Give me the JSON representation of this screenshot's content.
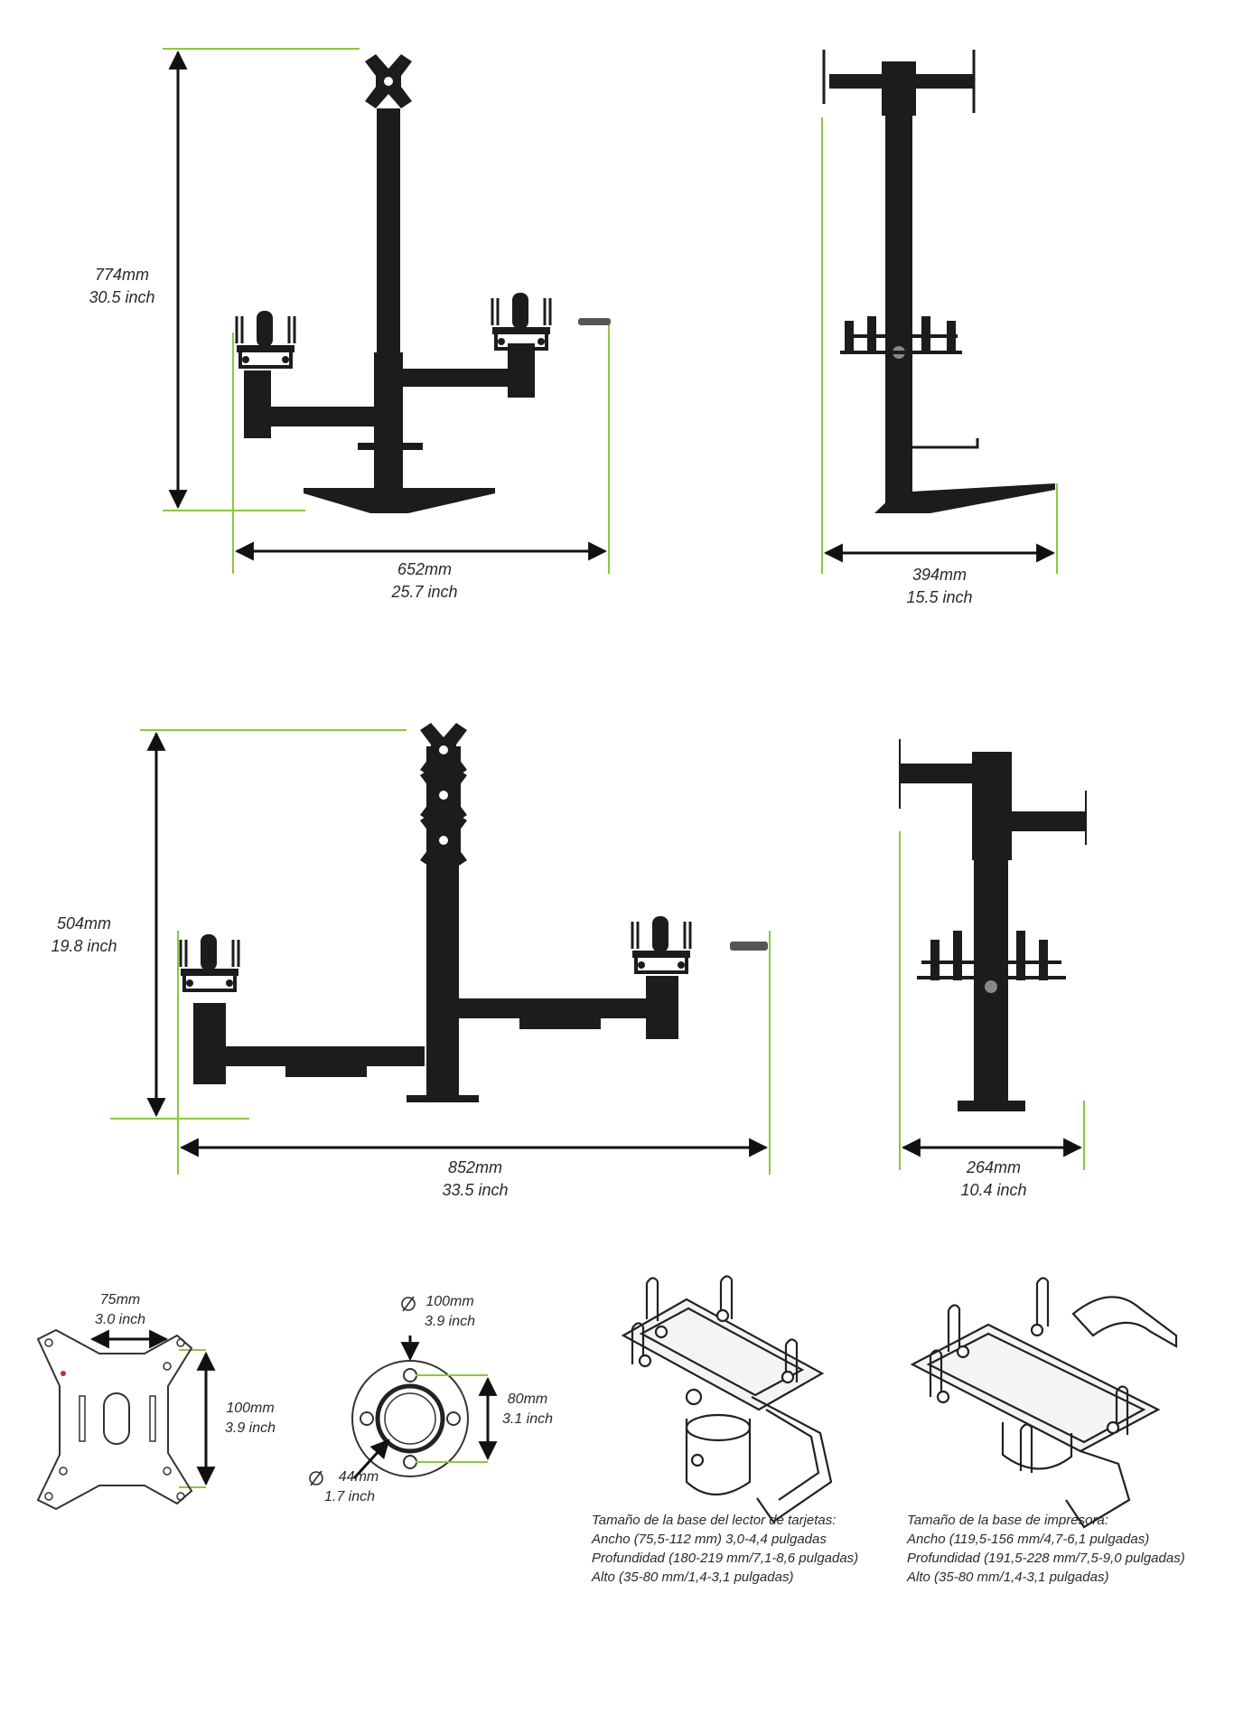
{
  "colors": {
    "guide": "#8dc63f",
    "product": "#1c1c1c",
    "arrow": "#111111",
    "outline": "#333333"
  },
  "dims": {
    "single_height": {
      "mm": "774mm",
      "inch": "30.5 inch"
    },
    "single_width": {
      "mm": "652mm",
      "inch": "25.7 inch"
    },
    "single_depth": {
      "mm": "394mm",
      "inch": "15.5 inch"
    },
    "dual_height": {
      "mm": "504mm",
      "inch": "19.8 inch"
    },
    "dual_width": {
      "mm": "852mm",
      "inch": "33.5 inch"
    },
    "dual_depth": {
      "mm": "264mm",
      "inch": "10.4 inch"
    },
    "vesa_width": {
      "mm": "75mm",
      "inch": "3.0 inch"
    },
    "vesa_height": {
      "mm": "100mm",
      "inch": "3.9 inch"
    },
    "flange_outer": {
      "mm": "100mm",
      "inch": "3.9 inch"
    },
    "flange_holes": {
      "mm": "80mm",
      "inch": "3.1 inch"
    },
    "flange_inner": {
      "mm": "44mm",
      "inch": "1.7 inch"
    }
  },
  "captions": {
    "card_reader": {
      "title": "Tamaño de la base del lector de tarjetas:",
      "width": "Ancho (75,5-112 mm) 3,0-4,4 pulgadas",
      "depth": "Profundidad (180-219 mm/7,1-8,6 pulgadas)",
      "height": "Alto (35-80 mm/1,4-3,1 pulgadas)"
    },
    "printer": {
      "title": "Tamaño de la base de impresora:",
      "width": "Ancho (119,5-156 mm/4,7-6,1 pulgadas)",
      "depth": "Profundidad (191,5-228 mm/7,5-9,0 pulgadas)",
      "height": "Alto (35-80 mm/1,4-3,1 pulgadas)"
    }
  }
}
